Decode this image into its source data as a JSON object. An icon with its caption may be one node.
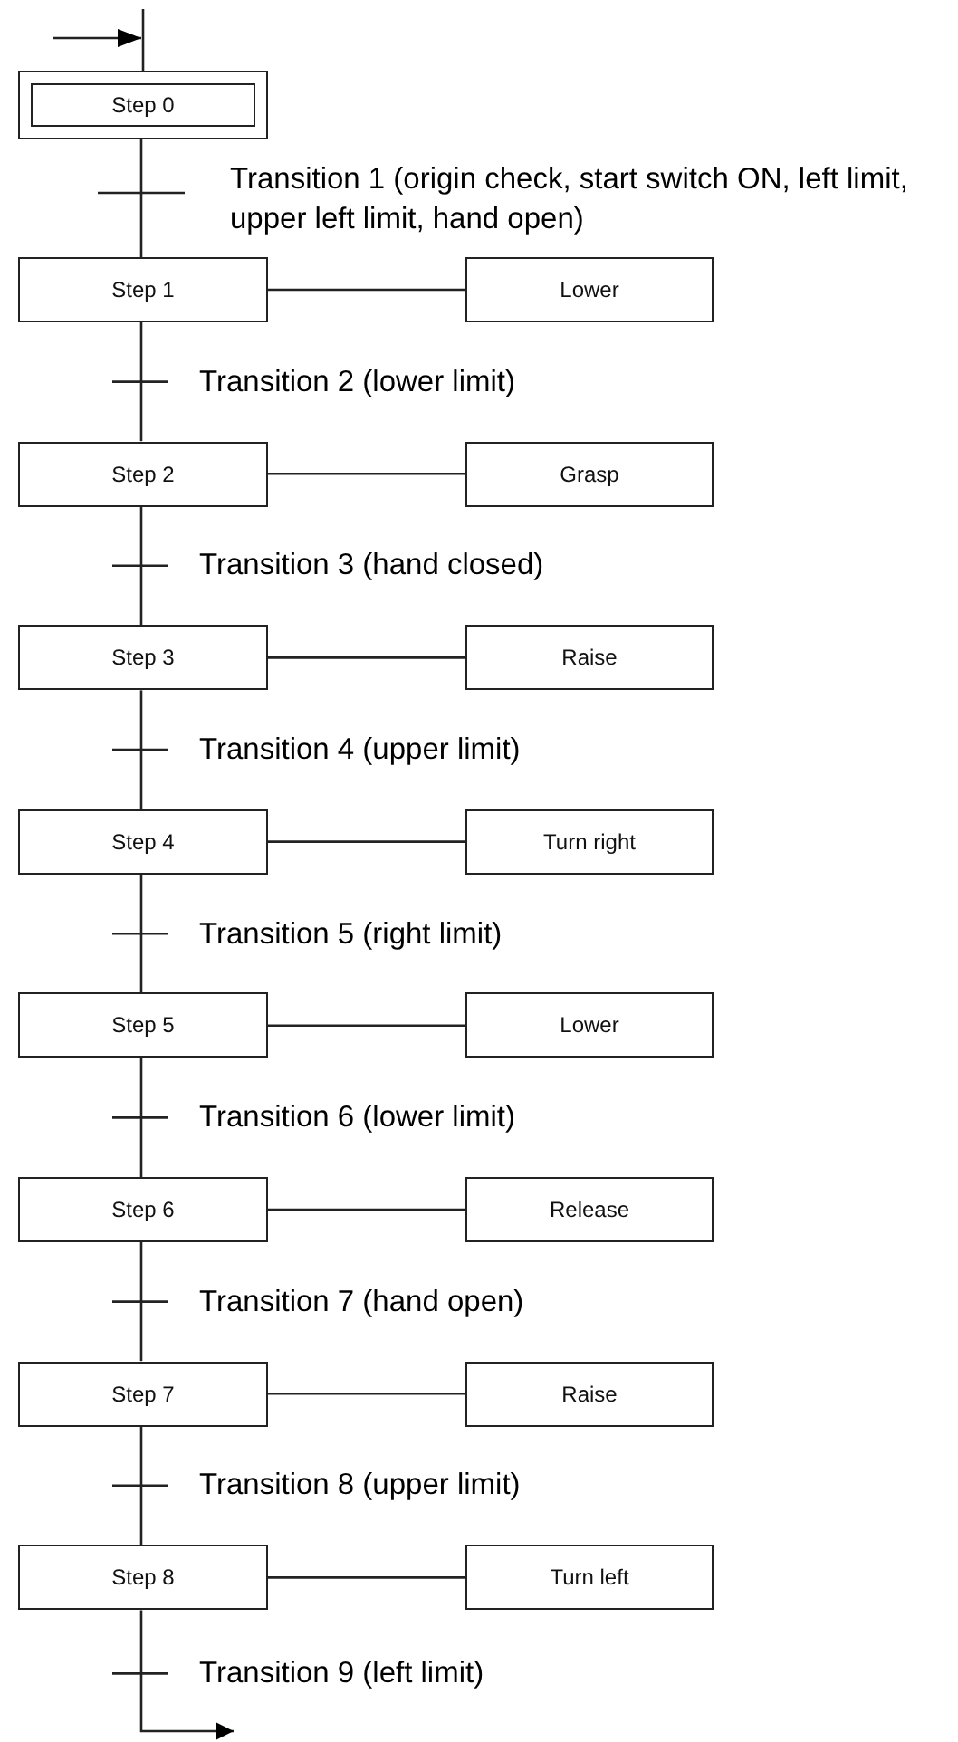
{
  "diagram": {
    "nodes": [
      {
        "text": [
          "Step 0"
        ]
      },
      {
        "text": [
          "Step 1"
        ]
      },
      {
        "text": [
          "Lower"
        ]
      },
      {
        "text": [
          "Step 2"
        ]
      },
      {
        "text": [
          "Grasp"
        ]
      },
      {
        "text": [
          "Step 3"
        ]
      },
      {
        "text": [
          "Raise"
        ]
      },
      {
        "text": [
          "Step 4"
        ]
      },
      {
        "text": [
          "Turn right"
        ]
      },
      {
        "text": [
          "Step 5"
        ]
      },
      {
        "text": [
          "Lower"
        ]
      },
      {
        "text": [
          "Step 6"
        ]
      },
      {
        "text": [
          "Release"
        ]
      },
      {
        "text": [
          "Step 7"
        ]
      },
      {
        "text": [
          "Raise"
        ]
      },
      {
        "text": [
          "Step 8"
        ]
      },
      {
        "text": [
          "Turn left"
        ]
      }
    ],
    "edges": [
      {
        "from": null,
        "to": 0,
        "arrow": "none"
      },
      {
        "from": 0,
        "to": 1,
        "arrow": "none",
        "label": "Transition 1 (origin check, start switch ON, left limit, upper left limit, hand open)"
      },
      {
        "from": 1,
        "to": 2,
        "arrow": "none"
      },
      {
        "from": 1,
        "to": 3,
        "arrow": "none",
        "label": "Transition 2 (lower limit)"
      },
      {
        "from": 3,
        "to": 4,
        "arrow": "none"
      },
      {
        "from": 3,
        "to": 5,
        "arrow": "none",
        "label": "Transition 3 (hand closed)"
      },
      {
        "from": 5,
        "to": 6,
        "arrow": "none"
      },
      {
        "from": 5,
        "to": 7,
        "arrow": "none",
        "label": "Transition 4 (upper limit)"
      },
      {
        "from": 7,
        "to": 8,
        "arrow": "none"
      },
      {
        "from": 7,
        "to": 9,
        "arrow": "none",
        "label": "Transition 5 (right limit)"
      },
      {
        "from": 9,
        "to": 10,
        "arrow": "none"
      },
      {
        "from": 9,
        "to": 11,
        "arrow": "none",
        "label": "Transition 6 (lower limit)"
      },
      {
        "from": 11,
        "to": 12,
        "arrow": "none"
      },
      {
        "from": 11,
        "to": 13,
        "arrow": "none",
        "label": "Transition 7 (hand open)"
      },
      {
        "from": 13,
        "to": 14,
        "arrow": "none"
      },
      {
        "from": 13,
        "to": 15,
        "arrow": "none",
        "label": "Transition 8 (upper limit)"
      },
      {
        "from": 15,
        "to": 16,
        "arrow": "none"
      },
      {
        "from": 15,
        "to": null,
        "arrow": "to",
        "label": "Transition 9 (left limit)"
      }
    ]
  }
}
